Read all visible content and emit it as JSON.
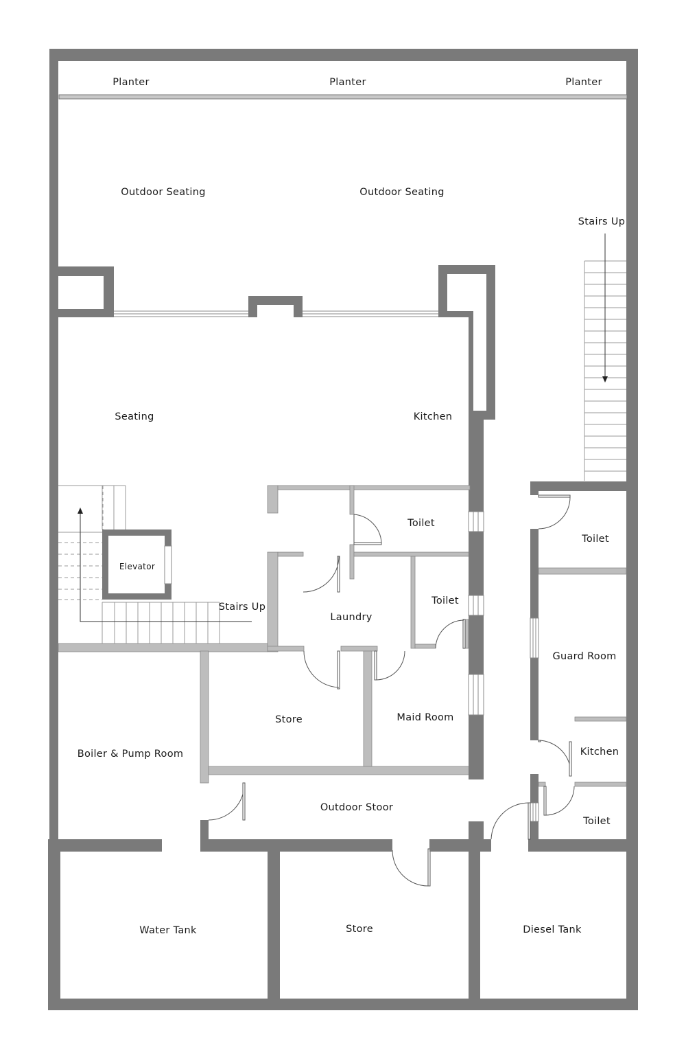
{
  "labels": {
    "planter_left": "Planter",
    "planter_mid": "Planter",
    "planter_right": "Planter",
    "outdoor_seating_left": "Outdoor Seating",
    "outdoor_seating_right": "Outdoor Seating",
    "stairs_up_right": "Stairs Up",
    "seating": "Seating",
    "kitchen_main": "Kitchen",
    "elevator": "Elevator",
    "stairs_up_left": "Stairs Up",
    "toilet_upper": "Toilet",
    "toilet_middle": "Toilet",
    "laundry": "Laundry",
    "store_middle": "Store",
    "maid_room": "Maid Room",
    "boiler_pump_room": "Boiler & Pump Room",
    "outdoor_stoor": "Outdoor Stoor",
    "toilet_guard_top": "Toilet",
    "guard_room": "Guard Room",
    "kitchen_guard": "Kitchen",
    "toilet_guard_bottom": "Toilet",
    "water_tank": "Water Tank",
    "store_bottom": "Store",
    "diesel_tank": "Diesel Tank"
  },
  "colors": {
    "wall_dark": "#7a7a7a",
    "wall_light": "#bdbdbd",
    "line": "#555555",
    "background": "#ffffff"
  }
}
